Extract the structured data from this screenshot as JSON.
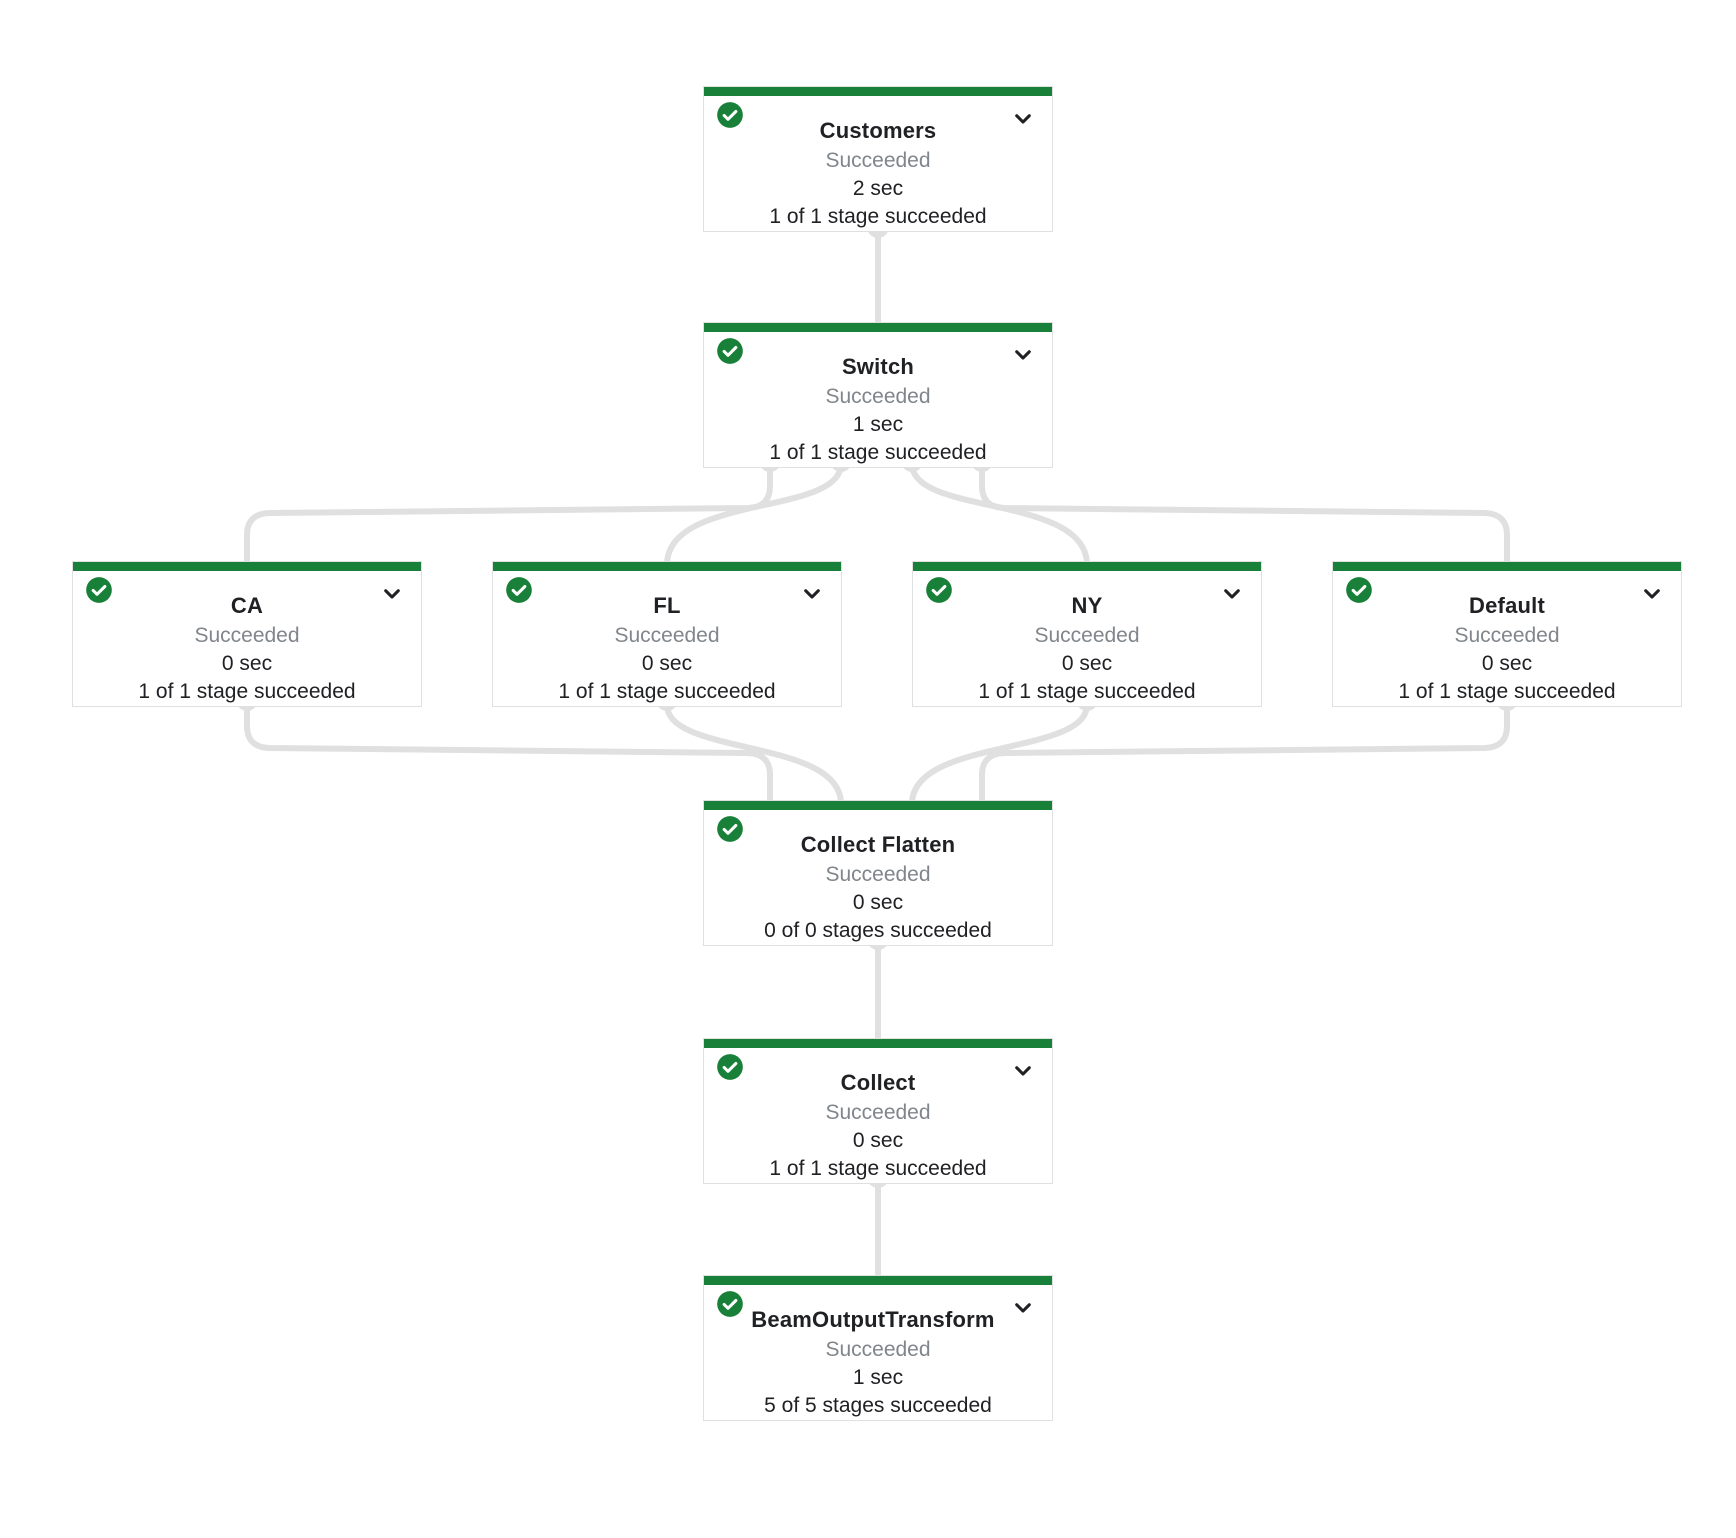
{
  "graph": {
    "kind": "dataflow-job-graph",
    "colors": {
      "success_green": "#188038",
      "connector_gray": "#e0e0e0",
      "node_border": "#e0e0e0",
      "status_text_gray": "#80868b",
      "text_dark": "#202124",
      "node_background": "#ffffff"
    },
    "icons": {
      "status": "check-circle-icon",
      "expand": "chevron-down-icon"
    },
    "nodes": [
      {
        "id": "customers",
        "title": "Customers",
        "status": "Succeeded",
        "duration": "2 sec",
        "stages": "1 of 1 stage succeeded",
        "expandable": true
      },
      {
        "id": "switch",
        "title": "Switch",
        "status": "Succeeded",
        "duration": "1 sec",
        "stages": "1 of 1 stage succeeded",
        "expandable": true
      },
      {
        "id": "ca",
        "title": "CA",
        "status": "Succeeded",
        "duration": "0 sec",
        "stages": "1 of 1 stage succeeded",
        "expandable": true
      },
      {
        "id": "fl",
        "title": "FL",
        "status": "Succeeded",
        "duration": "0 sec",
        "stages": "1 of 1 stage succeeded",
        "expandable": true
      },
      {
        "id": "ny",
        "title": "NY",
        "status": "Succeeded",
        "duration": "0 sec",
        "stages": "1 of 1 stage succeeded",
        "expandable": true
      },
      {
        "id": "default",
        "title": "Default",
        "status": "Succeeded",
        "duration": "0 sec",
        "stages": "1 of 1 stage succeeded",
        "expandable": true
      },
      {
        "id": "collect-flatten",
        "title": "Collect Flatten",
        "status": "Succeeded",
        "duration": "0 sec",
        "stages": "0 of 0 stages succeeded",
        "expandable": false
      },
      {
        "id": "collect",
        "title": "Collect",
        "status": "Succeeded",
        "duration": "0 sec",
        "stages": "1 of 1 stage succeeded",
        "expandable": true
      },
      {
        "id": "beam-output-transform",
        "title": "BeamOutputTransform",
        "status": "Succeeded",
        "duration": "1 sec",
        "stages": "5 of 5 stages succeeded",
        "expandable": true
      }
    ],
    "edges": [
      {
        "from": "customers",
        "to": "switch"
      },
      {
        "from": "switch",
        "to": "ca"
      },
      {
        "from": "switch",
        "to": "fl"
      },
      {
        "from": "switch",
        "to": "ny"
      },
      {
        "from": "switch",
        "to": "default"
      },
      {
        "from": "ca",
        "to": "collect-flatten"
      },
      {
        "from": "fl",
        "to": "collect-flatten"
      },
      {
        "from": "ny",
        "to": "collect-flatten"
      },
      {
        "from": "default",
        "to": "collect-flatten"
      },
      {
        "from": "collect-flatten",
        "to": "collect"
      },
      {
        "from": "collect",
        "to": "beam-output-transform"
      }
    ]
  }
}
